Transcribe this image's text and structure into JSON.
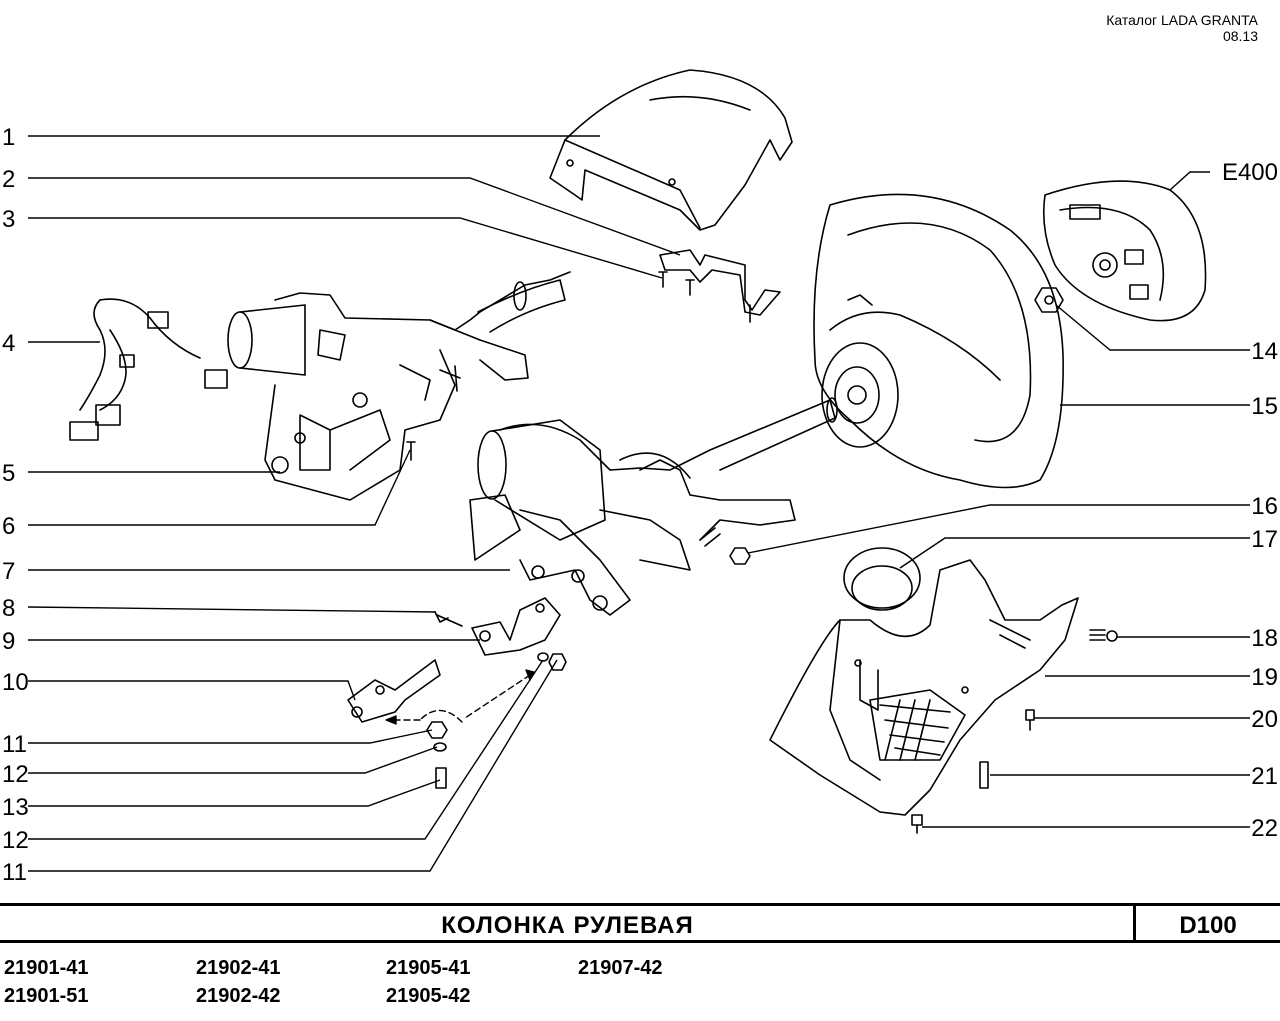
{
  "header": {
    "catalog": "Каталог  LADA  GRANTA",
    "date": "08.13"
  },
  "title": "КОЛОНКА   РУЛЕВАЯ",
  "code": "D100",
  "models": [
    "21901-41",
    "21902-41",
    "21905-41",
    "21907-42",
    "21901-51",
    "21902-42",
    "21905-42"
  ],
  "callouts_left": [
    "1",
    "2",
    "3",
    "4",
    "5",
    "6",
    "7",
    "8",
    "9",
    "10",
    "11",
    "12",
    "13",
    "12",
    "11"
  ],
  "callouts_right": [
    "E400",
    "14",
    "15",
    "16",
    "17",
    "18",
    "19",
    "20",
    "21",
    "22"
  ]
}
